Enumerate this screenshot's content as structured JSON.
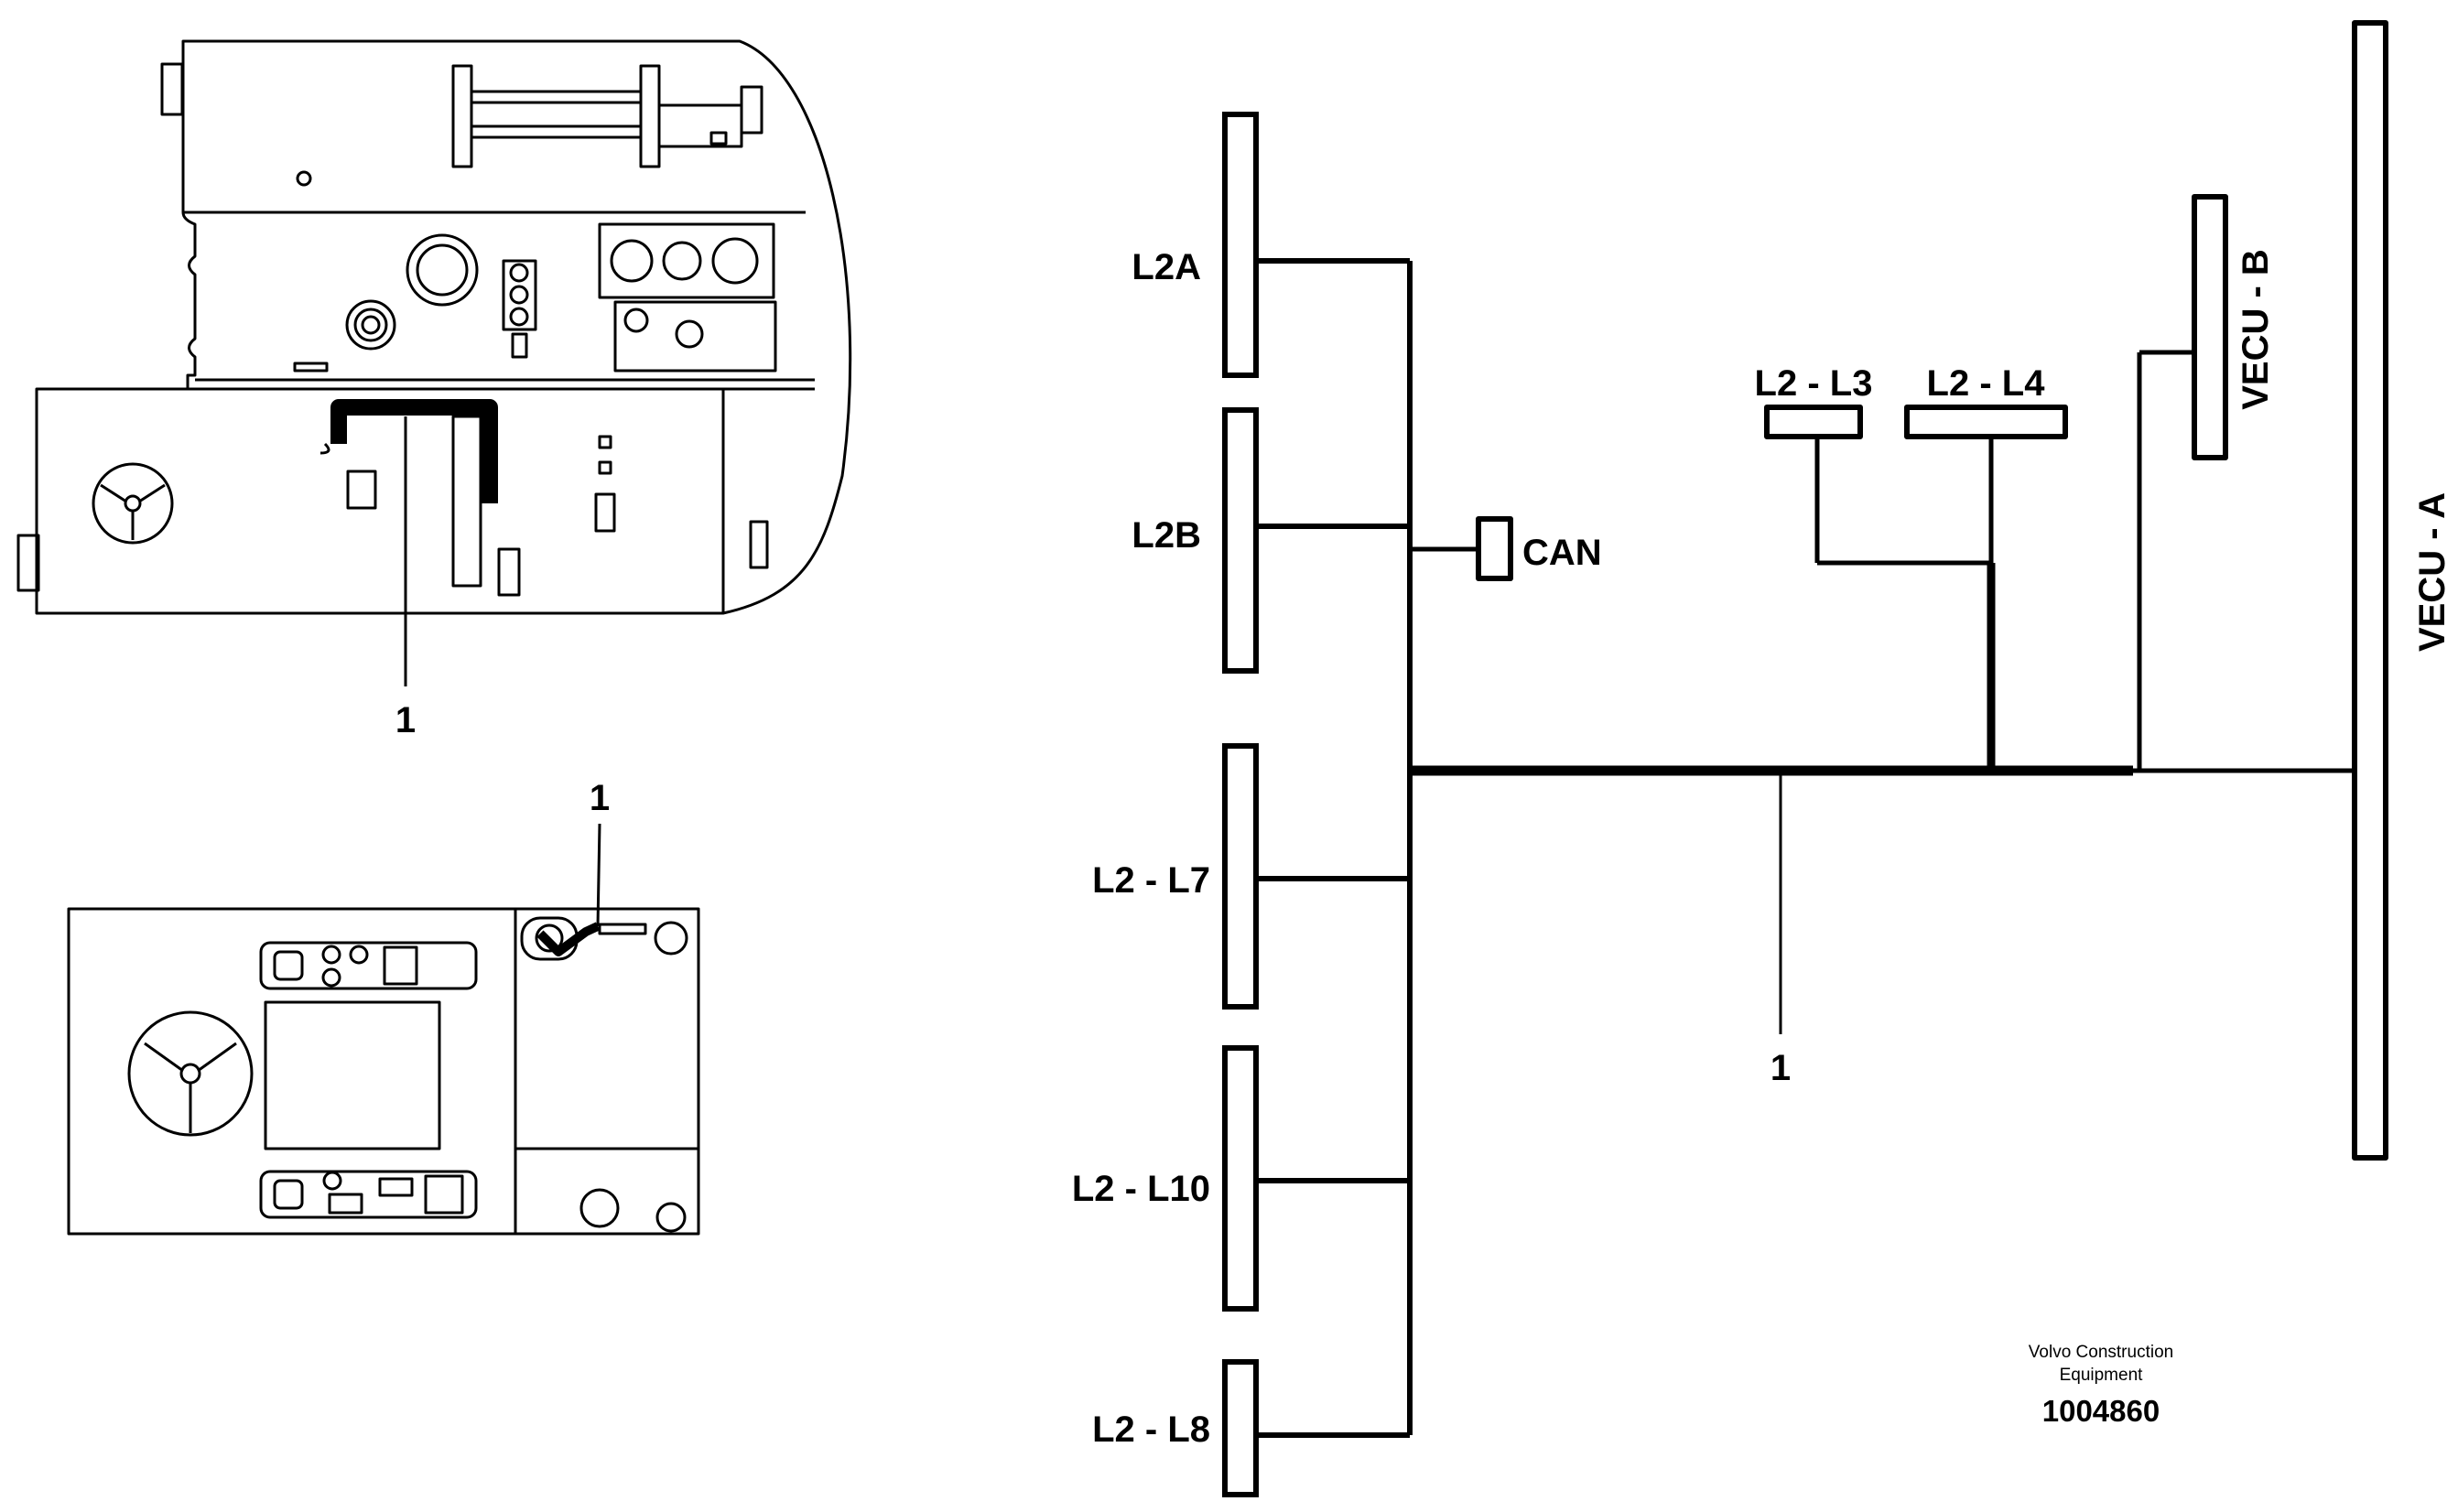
{
  "labels": {
    "l2a": "L2A",
    "l2b": "L2B",
    "l2_l7": "L2 - L7",
    "l2_l10": "L2 - L10",
    "l2_l8": "L2 - L8",
    "can": "CAN",
    "l2_l3": "L2 - L3",
    "l2_l4": "L2 - L4",
    "vecu_b": "VECU - B",
    "vecu_a": "VECU - A",
    "callout_main": "1",
    "callout_top_view": "1",
    "callout_panel_view": "1"
  },
  "footer": {
    "company_line1": "Volvo Construction",
    "company_line2": "Equipment",
    "drawing_number": "1004860"
  }
}
